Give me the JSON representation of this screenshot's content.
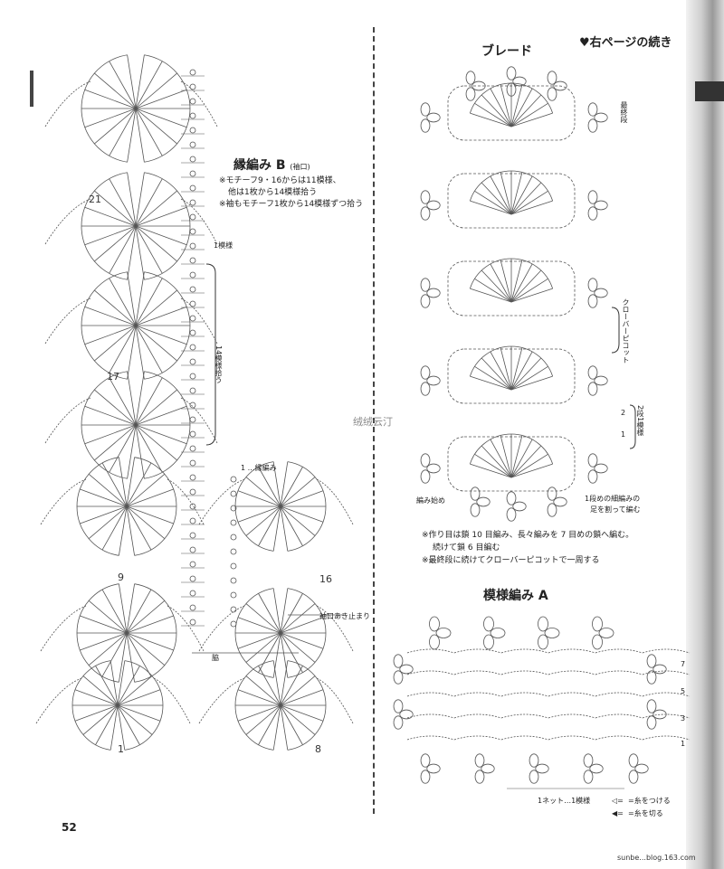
{
  "header": {
    "continue_note": "♥右ページの続き"
  },
  "left": {
    "title": "縁編み B",
    "title_sub": "(袖口)",
    "notes": [
      "※モチーフ9・16からは11模様、",
      "他は1枚から14模様拾う",
      "※袖もモチーフ1枚から14模様ずつ拾う"
    ],
    "label_one_pattern": "1模様",
    "label_14_patterns": "14模様拾う",
    "label_row1": "1 …縁編み",
    "label_sleeve_end": "袖口あき止まり",
    "label_side": "脇",
    "motif_numbers": [
      "21",
      "17",
      "9",
      "16",
      "1",
      "8"
    ]
  },
  "braid": {
    "title": "ブレード",
    "label_last_row": "最終段",
    "label_clover_picot": "クローバーピコット",
    "label_2row_1pattern": "2段1模様",
    "row_markers": [
      "2",
      "1"
    ],
    "label_start": "編み始め",
    "label_first_row_note_1": "1段めの細編みの",
    "label_first_row_note_2": "足を割って編む",
    "notes": [
      "※作り目は鎖 10 目編み、長々編みを 7 目めの鎖へ編む。",
      "続けて鎖 6 目編む",
      "※最終段に続けてクローバーピコットで一周する"
    ]
  },
  "pattern_a": {
    "title": "模様編み A",
    "row_markers": [
      "7",
      "5",
      "3",
      "1"
    ],
    "label_net": "1ネット…1模様",
    "legend_join": "=糸をつける",
    "legend_cut": "=糸を切る"
  },
  "footer": {
    "page_number": "52",
    "url": "sunbe...blog.163.com",
    "watermark": "绒绒云汀"
  }
}
